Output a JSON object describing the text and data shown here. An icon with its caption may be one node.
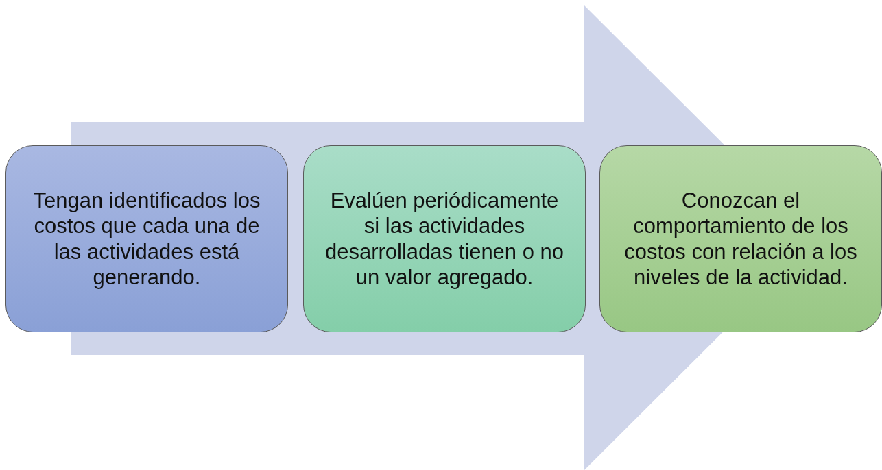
{
  "diagram": {
    "nodes": [
      {
        "text": [
          "Tengan identificados los costos que cada una de las actividades está generando."
        ]
      },
      {
        "text": [
          "Evalúen periódicamente si las actividades desarrolladas tienen o no un valor agregado."
        ]
      },
      {
        "text": [
          "Conozcan el comportamiento de los costos con relación a los niveles de la actividad."
        ]
      }
    ],
    "edges": [
      {
        "from": 0,
        "to": 2,
        "arrow": "to"
      }
    ]
  }
}
